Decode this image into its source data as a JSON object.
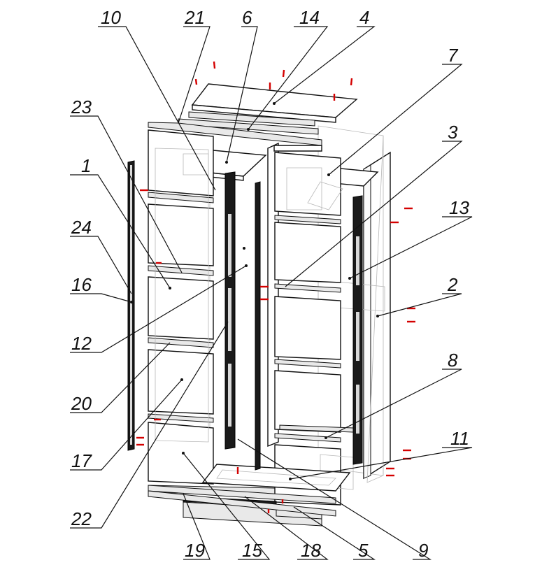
{
  "diagram": {
    "part_labels": [
      "10",
      "21",
      "6",
      "14",
      "4",
      "7",
      "3",
      "13",
      "2",
      "8",
      "11",
      "9",
      "5",
      "18",
      "15",
      "19",
      "22",
      "17",
      "20",
      "12",
      "16",
      "24",
      "1",
      "23"
    ],
    "colors": {
      "line": "#111111",
      "panel": "#ffffff",
      "fastener_mark": "#d40000",
      "hidden_edge": "#b8b8b8"
    }
  }
}
